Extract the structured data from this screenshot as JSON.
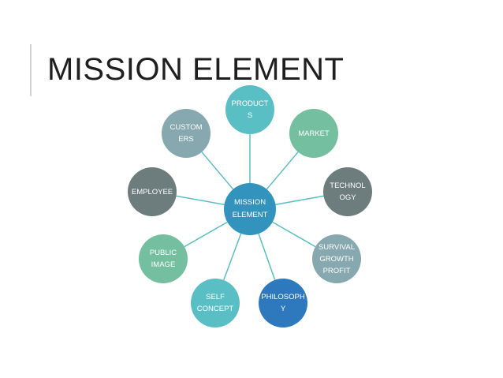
{
  "slide": {
    "title": "MISSION ELEMENT"
  },
  "diagram": {
    "center": {
      "label": "MISSION\nELEMENT",
      "color": "#3293bd"
    },
    "nodes": [
      {
        "id": "products",
        "label": "PRODUCT\nS",
        "color": "#59bfc4"
      },
      {
        "id": "market",
        "label": "MARKET",
        "color": "#73bfa0"
      },
      {
        "id": "technology",
        "label": "TECHNOL\nOGY",
        "color": "#6d7c7d"
      },
      {
        "id": "survival",
        "label": "SURVIVAL\nGROWTH\nPROFIT",
        "color": "#86a8ae"
      },
      {
        "id": "philosophy",
        "label": "PHILOSOPH\nY",
        "color": "#2e79bd"
      },
      {
        "id": "self-concept",
        "label": "SELF\nCONCEPT",
        "color": "#59bfc4"
      },
      {
        "id": "public-image",
        "label": "PUBLIC\nIMAGE",
        "color": "#73bfa0"
      },
      {
        "id": "employee",
        "label": "EMPLOYEE",
        "color": "#6d7c7d"
      },
      {
        "id": "customers",
        "label": "CUSTOM\nERS",
        "color": "#86a8ae"
      }
    ],
    "connector_color": "#59bfc4"
  }
}
